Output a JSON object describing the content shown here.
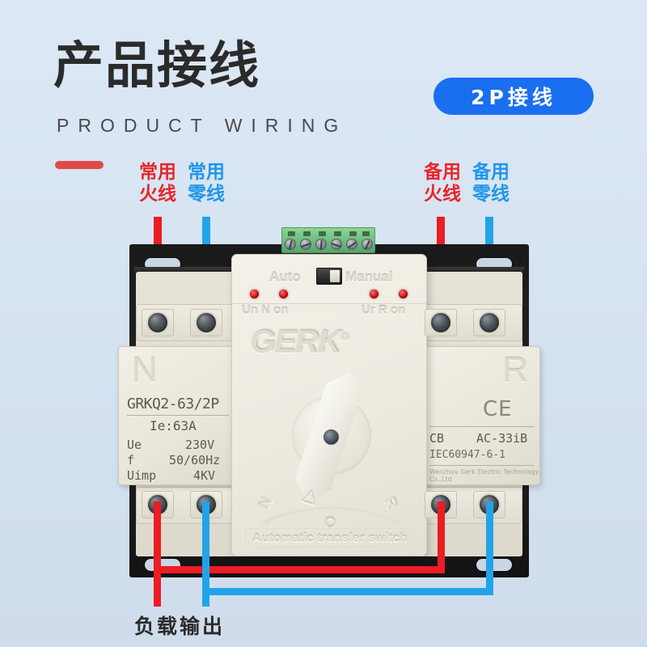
{
  "header": {
    "title_cn": "产品接线",
    "title_en": "PRODUCT WIRING",
    "badge": "2P接线",
    "accent_color": "#e04a4a",
    "badge_color": "#1a6ef0"
  },
  "callouts": {
    "left": [
      {
        "line1": "常用",
        "line2": "火线",
        "color": "#e8262b",
        "role": "normal-live"
      },
      {
        "line1": "常用",
        "line2": "零线",
        "color": "#2196e8",
        "role": "normal-neutral"
      }
    ],
    "right": [
      {
        "line1": "备用",
        "line2": "火线",
        "color": "#e8262b",
        "role": "backup-live"
      },
      {
        "line1": "备用",
        "line2": "零线",
        "color": "#2196e8",
        "role": "backup-neutral"
      }
    ],
    "bottom": "负载输出"
  },
  "device": {
    "brand": "GERK",
    "brand_super": "®",
    "mode_auto": "Auto",
    "mode_manual": "Manual",
    "led_left_label": "Un N on",
    "led_right_label": "Ur R on",
    "bottom_emboss": "Automatic transfer switch",
    "arc_left": "N",
    "arc_center": "O",
    "arc_right": "R",
    "left_pole": {
      "letter": "N",
      "model": "GRKQ2-63/2P",
      "current": "Ie:63A",
      "rows": [
        {
          "k": "Ue",
          "v": "230V"
        },
        {
          "k": "f",
          "v": "50/60Hz"
        },
        {
          "k": "Uimp",
          "v": "4KV"
        }
      ]
    },
    "right_pole": {
      "letter": "R",
      "ce": "CE",
      "cb_key": "CB",
      "cb_val": "AC-33iB",
      "standard": "IEC60947-6-1",
      "company": "Wenzhou Gerk Electric Technology Co.,Ltd"
    }
  },
  "wires": {
    "live_color": "#ec1c24",
    "neutral_color": "#22a3e8"
  }
}
